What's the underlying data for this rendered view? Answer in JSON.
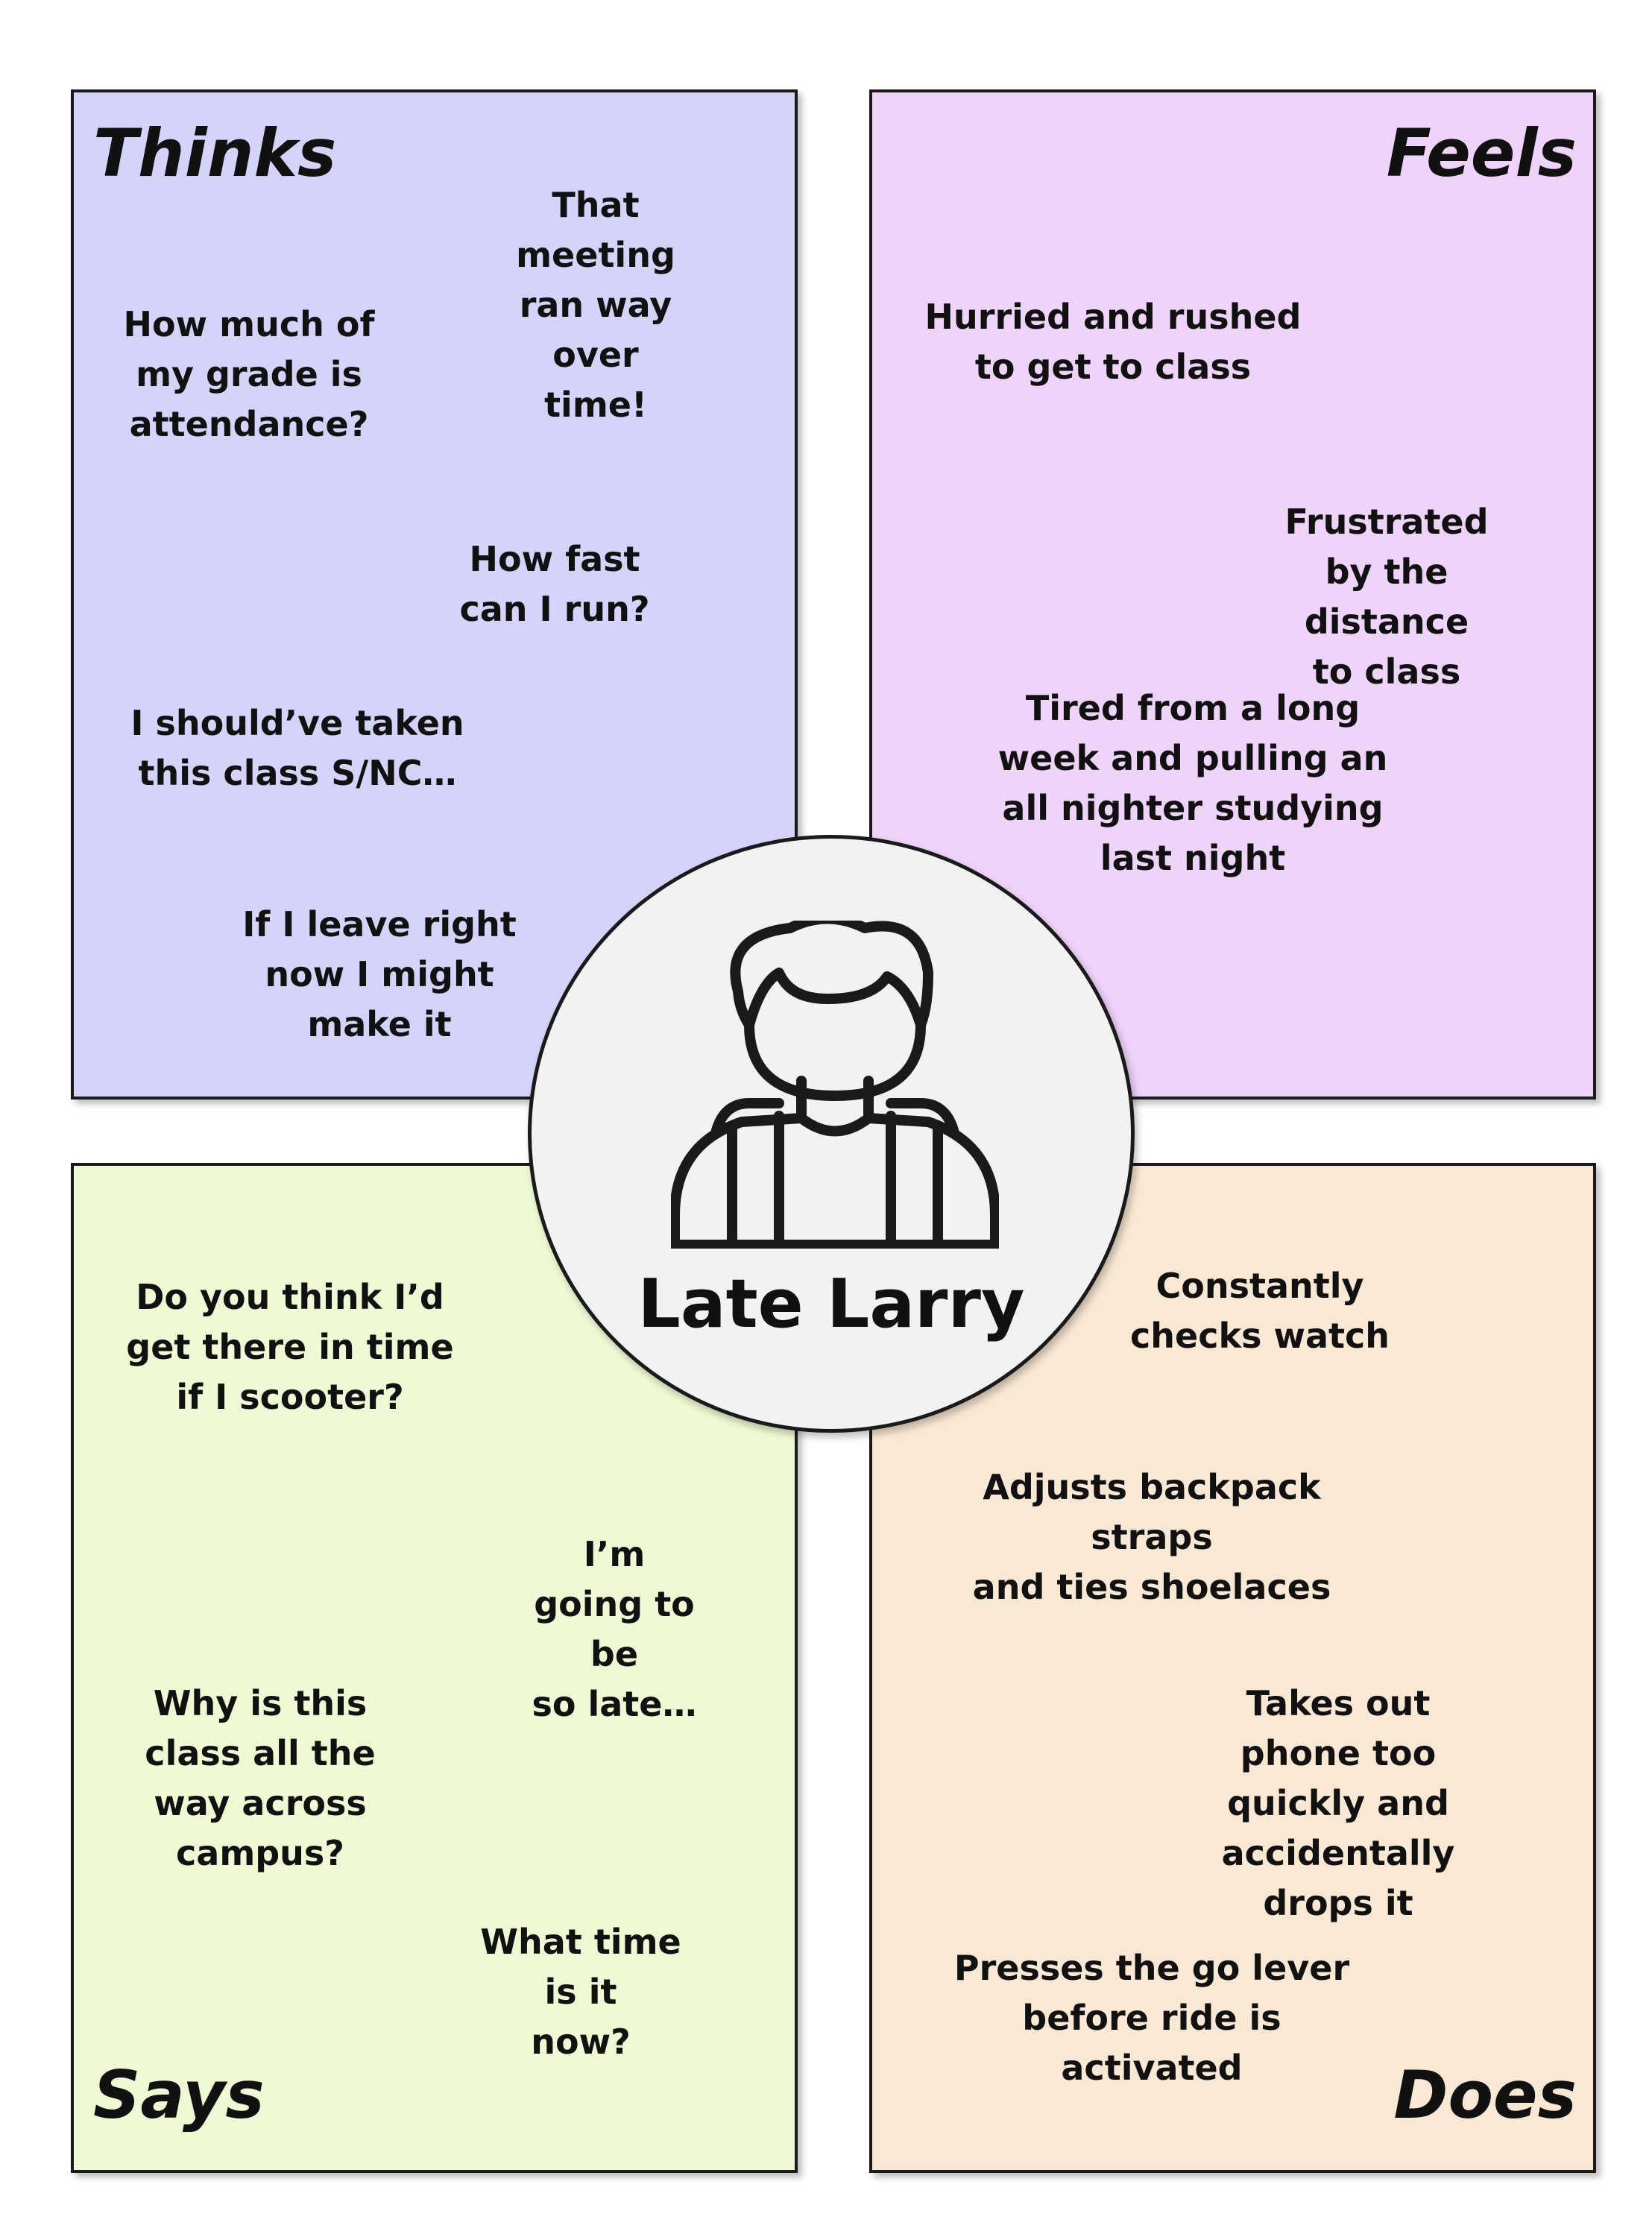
{
  "persona": {
    "name": "Late Larry",
    "icon": "student-avatar-icon"
  },
  "quadrants": {
    "thinks": {
      "title": "Thinks",
      "color": "#d4d4fb",
      "notes": [
        "That meeting\nran way over\ntime!",
        "How much of\nmy grade is\nattendance?",
        "How fast can I run?",
        "I should’ve taken\nthis class S/NC…",
        "If I leave right\nnow I might\nmake it"
      ]
    },
    "feels": {
      "title": "Feels",
      "color": "#efd4fa",
      "notes": [
        "Hurried and rushed\nto get to class",
        "Frustrated by the\ndistance to class",
        "Tired from a long\nweek and pulling an\nall nighter studying\nlast night"
      ]
    },
    "says": {
      "title": "Says",
      "color": "#eefad4",
      "notes": [
        "Do you think I’d\nget there in time\nif I scooter?",
        "I’m going to be\nso late…",
        "Why is this\nclass all the\nway across\ncampus?",
        "What time is it\nnow?"
      ]
    },
    "does": {
      "title": "Does",
      "color": "#f9e9d4",
      "notes": [
        "Constantly\nchecks watch",
        "Adjusts backpack straps\nand ties shoelaces",
        "Takes out phone too\nquickly and\naccidentally drops it",
        "Presses the go lever\nbefore ride is activated"
      ]
    }
  }
}
